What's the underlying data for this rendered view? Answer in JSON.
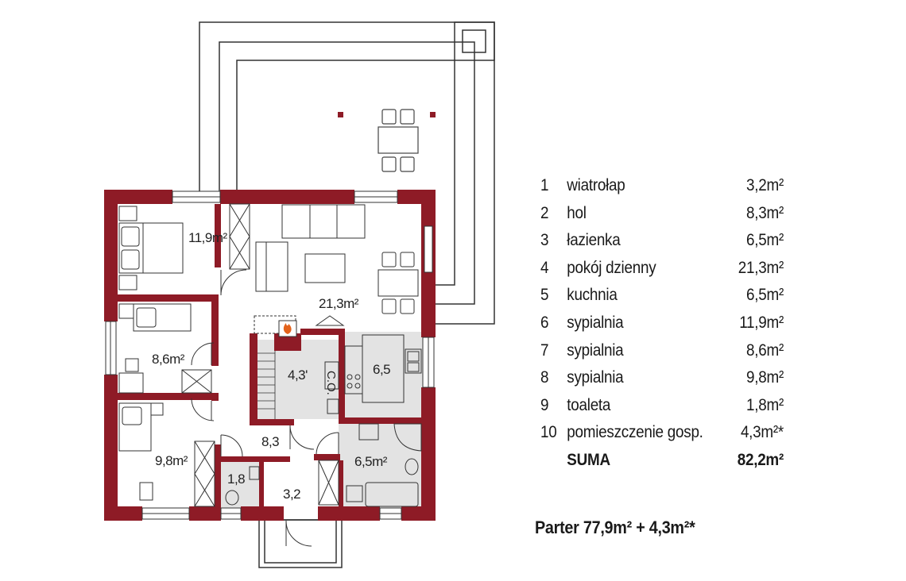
{
  "plan": {
    "room_labels": [
      {
        "id": "r6",
        "text": "11,9m²"
      },
      {
        "id": "r4",
        "text": "21,3m²"
      },
      {
        "id": "r7",
        "text": "8,6m²"
      },
      {
        "id": "r10",
        "text": "4,3'"
      },
      {
        "id": "r5",
        "text": "6,5"
      },
      {
        "id": "r8",
        "text": "9,8m²"
      },
      {
        "id": "r2",
        "text": "8,3"
      },
      {
        "id": "r9",
        "text": "1,8"
      },
      {
        "id": "r1",
        "text": "3,2"
      },
      {
        "id": "r3",
        "text": "6,5m²"
      }
    ],
    "co_label": "C.O.",
    "colors": {
      "wall": "#8e1b26",
      "line": "#333333",
      "fill_grey": "#e3e3e3"
    }
  },
  "legend": {
    "rows": [
      {
        "num": "1",
        "name": "wiatrołap",
        "area": "3,2m²"
      },
      {
        "num": "2",
        "name": "hol",
        "area": "8,3m²"
      },
      {
        "num": "3",
        "name": "łazienka",
        "area": "6,5m²"
      },
      {
        "num": "4",
        "name": "pokój dzienny",
        "area": "21,3m²"
      },
      {
        "num": "5",
        "name": "kuchnia",
        "area": "6,5m²"
      },
      {
        "num": "6",
        "name": "sypialnia",
        "area": "11,9m²"
      },
      {
        "num": "7",
        "name": "sypialnia",
        "area": "8,6m²"
      },
      {
        "num": "8",
        "name": "sypialnia",
        "area": "9,8m²"
      },
      {
        "num": "9",
        "name": "toaleta",
        "area": "1,8m²"
      },
      {
        "num": "10",
        "name": "pomieszczenie gosp.",
        "area": "4,3m²*"
      }
    ],
    "sum": {
      "name": "SUMA",
      "area": "82,2m²"
    }
  },
  "footer": "Parter  77,9m² + 4,3m²*"
}
